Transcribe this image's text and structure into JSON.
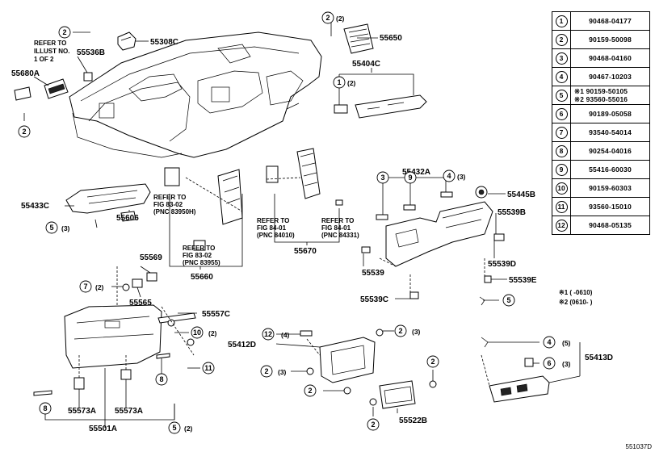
{
  "parts": {
    "p55308c": "55308C",
    "p55650": "55650",
    "p55536b": "55536B",
    "p55680a": "55680A",
    "p55404c": "55404C",
    "p55433c": "55433C",
    "p55606": "55606",
    "p55432a": "55432A",
    "p55445b": "55445B",
    "p55539b": "55539B",
    "p55539d": "55539D",
    "p55539": "55539",
    "p55539e": "55539E",
    "p55539c": "55539C",
    "p55670": "55670",
    "p55660": "55660",
    "p55569": "55569",
    "p55565": "55565",
    "p55557c": "55557C",
    "p55412d": "55412D",
    "p55413d": "55413D",
    "p55573a_l": "55573A",
    "p55573a_r": "55573A",
    "p55501a": "55501A",
    "p55522b": "55522B"
  },
  "notes": {
    "refer_illust_1": "REFER TO",
    "refer_illust_2": "ILLUST NO.",
    "refer_illust_3": "1 OF 2",
    "fig83_02a_1": "REFER TO",
    "fig83_02a_2": "FIG 83-02",
    "fig83_02a_3": "(PNC 83950H)",
    "fig83_02b_1": "REFER TO",
    "fig83_02b_2": "FIG 83-02",
    "fig83_02b_3": "(PNC 83955)",
    "fig84_01a_1": "REFER TO",
    "fig84_01a_2": "FIG 84-01",
    "fig84_01a_3": "(PNC 84010)",
    "fig84_01b_1": "REFER TO",
    "fig84_01b_2": "FIG 84-01",
    "fig84_01b_3": "(PNC 84331)"
  },
  "callouts": {
    "c_top2": "2",
    "c_top2b": "2",
    "c_top2b_qty": "(2)",
    "c_left2": "2",
    "c_404_1": "1",
    "c_404_1_qty": "(2)",
    "c_433_5": "5",
    "c_433_5_qty": "(3)",
    "c_432_3": "3",
    "c_432_9": "9",
    "c_432_4": "4",
    "c_432_4_qty": "(3)",
    "c_539_5": "5",
    "c_565_7": "7",
    "c_565_7_qty": "(2)",
    "c_557_10": "10",
    "c_557_10_qty": "(2)",
    "c_557_11": "11",
    "c_8_left": "8",
    "c_8_right": "8",
    "c_501_5": "5",
    "c_501_5_qty": "(2)",
    "c_412_12": "12",
    "c_412_12_qty": "(4)",
    "c_412_2a": "2",
    "c_412_2a_qty": "(3)",
    "c_412_2b": "2",
    "c_412_2b_qty": "(3)",
    "c_412_2c": "2",
    "c_522_2a": "2",
    "c_522_2b": "2",
    "c_413_4": "4",
    "c_413_4_qty": "(5)",
    "c_413_6": "6",
    "c_413_6_qty": "(3)"
  },
  "legend": [
    {
      "key": "1",
      "value": "90468-04177"
    },
    {
      "key": "2",
      "value": "90159-50098"
    },
    {
      "key": "3",
      "value": "90468-04160"
    },
    {
      "key": "4",
      "value": "90467-10203"
    },
    {
      "key": "5",
      "value": "※1 90159-50105",
      "value2": "※2 93560-55016"
    },
    {
      "key": "6",
      "value": "90189-05058"
    },
    {
      "key": "7",
      "value": "93540-54014"
    },
    {
      "key": "8",
      "value": "90254-04016"
    },
    {
      "key": "9",
      "value": "55416-60030"
    },
    {
      "key": "10",
      "value": "90159-60303"
    },
    {
      "key": "11",
      "value": "93560-15010"
    },
    {
      "key": "12",
      "value": "90468-05135"
    }
  ],
  "footnotes": {
    "f1": "※1 (     -0610)",
    "f2": "※2 (0610-     )"
  },
  "drawing_number": "551037D"
}
